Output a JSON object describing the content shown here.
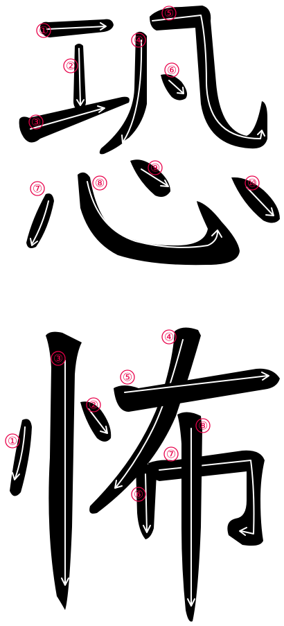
{
  "characters": [
    {
      "glyph": "恐",
      "numbers": [
        "①",
        "②",
        "③",
        "④",
        "⑤",
        "⑥",
        "⑦",
        "⑧",
        "⑨",
        "⑩"
      ]
    },
    {
      "glyph": "怖",
      "numbers": [
        "①",
        "②",
        "③",
        "④",
        "⑤",
        "⑥",
        "⑦",
        "⑧"
      ]
    }
  ],
  "colors": {
    "ink": "#000000",
    "arrow": "#ffffff",
    "number": "#e8004a"
  }
}
